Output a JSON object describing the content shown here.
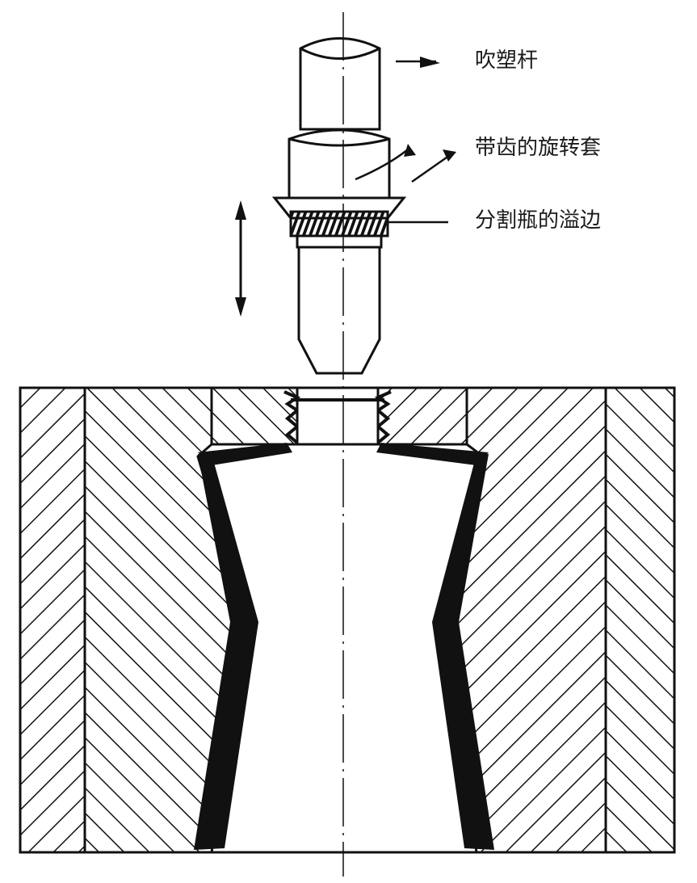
{
  "labels": {
    "blow_rod": "吹塑杆",
    "rotating_sleeve": "带齿的旋转套",
    "flash": "分割瓶的溢边"
  },
  "colors": {
    "ink": "#111111",
    "background": "#ffffff"
  }
}
